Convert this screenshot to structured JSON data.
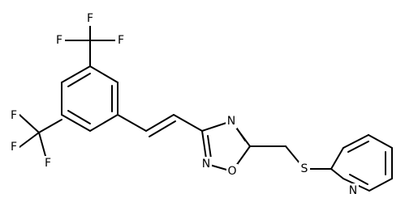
{
  "atoms": {
    "F1": "F",
    "F2": "F",
    "F3": "F",
    "F4": "F",
    "F5": "F",
    "F6": "F",
    "N1": "N",
    "N2": "N",
    "O1": "O",
    "S1": "S",
    "N3": "N"
  },
  "colors": {
    "ink": "#000000",
    "background": "#ffffff"
  }
}
